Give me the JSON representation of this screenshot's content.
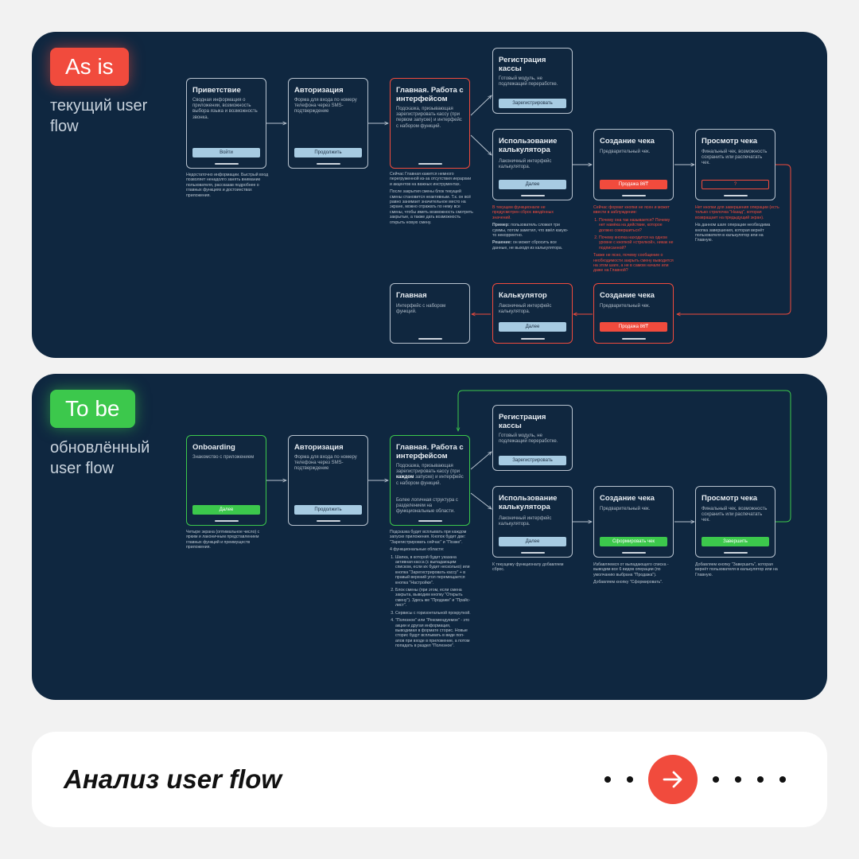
{
  "as_is": {
    "badge": "As is",
    "subtitle": "текущий user flow",
    "cards": {
      "welcome": {
        "title": "Приветствие",
        "desc": "Сводная информация о приложении, возможность выбора языка и возможность звонка.",
        "button": "Войти"
      },
      "auth": {
        "title": "Авторизация",
        "desc": "Форма для входа по номеру телефона через SMS-подтверждение",
        "button": "Продолжить"
      },
      "main": {
        "title": "Главная. Работа с интерфейсом",
        "desc": "Подсказка, призывающая зарегистрировать кассу (при первом запуске) и интерфейс с набором функций."
      },
      "register": {
        "title": "Регистрация кассы",
        "desc": "Готовый модуль, не подлежащий переработке.",
        "button": "Зарегистрировать"
      },
      "calc": {
        "title": "Использование калькулятора",
        "desc": "Лаконичный интерфейс калькулятора.",
        "button": "Далее"
      },
      "receipt": {
        "title": "Создание чека",
        "desc": "Предварительный чек.",
        "button": "Продажа 86₸"
      },
      "view": {
        "title": "Просмотр чека",
        "desc": "Финальный чек, возможность сохранить или распечатать чек.",
        "button": "?"
      },
      "main2": {
        "title": "Главная",
        "desc": "Интерфейс с набором функций."
      },
      "calc2": {
        "title": "Калькулятор",
        "desc": "Лаконичный интерфейс калькулятора.",
        "button": "Далее"
      },
      "receipt2": {
        "title": "Создание чека",
        "desc": "Предварительный чек.",
        "button": "Продажа 86₸"
      }
    },
    "notes": {
      "welcome": "Недостаточно информации. Быстрый вход позволяет ненадолго занять внимание пользователя, рассказав подробнее о главных функциях и достоинствах приложения.",
      "main_1": "Сейчас Главная кажется немного перегруженной из-за отсутствия иерархии и акцентов на важных инструментах.",
      "main_2": "После закрытия смены блок текущей смены становится неактивным. Т.к. он всё равно занимает значительное место на экране, можно отражать по нему все смены, чтобы иметь возможность смотреть закрытые, а также дать возможность открыть новую смену.",
      "calc_1": "В текущем функционале не предусмотрен сброс введённых значений.",
      "calc_2_label": "Пример:",
      "calc_2": "пользователь сложил три суммы, потом заметил, что ввёл какую-то некорректно.",
      "calc_3_label": "Решение:",
      "calc_3": "он может сбросить все данные, не выходя из калькулятора.",
      "receipt_intro": "Сейчас формат кнопки не ясен и может ввести в заблуждение:",
      "receipt_items": [
        "Почему она так называется? Почему нет намёка на действие, которое должно совершиться?",
        "Почему кнопка находится на одном уровне с кнопкой «стрелкой», никак не подписанной?"
      ],
      "receipt_extra": "Также не ясно, почему сообщение о необходимости закрыть смену выводится на этом шаге, а не в самом начале или даже на Главной?",
      "view_1": "Нет кнопки для завершения операции (есть только стрелочка \"Назад\", которая возвращает на предыдущий экран).",
      "view_2": "На данном шаге операции необходима кнопка завершения, которая вернёт пользователя в калькулятор или на Главную."
    }
  },
  "to_be": {
    "badge": "To be",
    "subtitle": "обновлённый user flow",
    "cards": {
      "onboarding": {
        "title": "Onboarding",
        "desc": "Знакомство с приложением",
        "button": "Далее"
      },
      "auth": {
        "title": "Авторизация",
        "desc": "Форма для входа по номеру телефона через SMS-подтверждение",
        "button": "Продолжить"
      },
      "main": {
        "title": "Главная. Работа с интерфейсом",
        "desc_pre": "Подсказка, призывающая зарегистрировать кассу (при ",
        "desc_bold": "каждом",
        "desc_post": " запуске) и интерфейс с набором функций.",
        "desc2": "Более логичная структура с разделением на функциональные области."
      },
      "register": {
        "title": "Регистрация кассы",
        "desc": "Готовый модуль, не подлежащий переработке.",
        "button": "Зарегистрировать"
      },
      "calc": {
        "title": "Использование калькулятора",
        "desc": "Лаконичный интерфейс калькулятора.",
        "button": "Далее"
      },
      "receipt": {
        "title": "Создание чека",
        "desc": "Предварительный чек.",
        "button": "Сформировать чек"
      },
      "view": {
        "title": "Просмотр чека",
        "desc": "Финальный чек, возможность сохранить или распечатать чек.",
        "button": "Завершить"
      }
    },
    "notes": {
      "onboarding": "Четыре экрана (оптимальное число) с ярким и лаконичным представлением главных функций и преимуществ приложения.",
      "main_1": "Подсказка будет всплывать при каждом запуске приложения. Кнопок будет две: \"Зарегистрировать сейчас\" и \"Позже\".",
      "main_2": "4 функциональные области:",
      "main_items": [
        "Шапка, в которой будет указана активная касса (с выпадающим списком, если их будет несколько) или кнопка \"Зарегистрировать кассу\" + в правый верхний угол перемещается кнопка \"Настройки\".",
        "Блок смены (при этом, если смена закрыта, выводим кнопку \"Открыть смену\"). Здесь же \"Продажи\" и \"Прайс-лист\".",
        "Сервисы с горизонтальной прокруткой.",
        "\"Полезное\" или \"Рекомендуемое\" - это акции и другая информация, выводимая в формате сторис. Новые сторис будут всплывать в виде поп-апов при входе в приложение, а потом попадать в раздел \"Полезное\"."
      ],
      "calc": "К текущему функционалу добавляем сброс.",
      "receipt_1": "Избавляемся от выпадающего списка - выводим все 6 видов операции (по умолчанию выбрана \"Продажа\").",
      "receipt_2": "Добавляем кнопку \"Сформировать\".",
      "view": "Добавляем кнопку \"Завершить\", которая вернёт пользователя в калькулятор или на Главную."
    }
  },
  "footer": {
    "title": "Анализ user flow",
    "icon": "arrow-right-icon"
  },
  "colors": {
    "panel_bg": "#0f2740",
    "accent_red": "#f14b3d",
    "accent_green": "#3cc84c",
    "button_blue": "#a7cbe2",
    "page_bg": "#f2f2f2"
  }
}
